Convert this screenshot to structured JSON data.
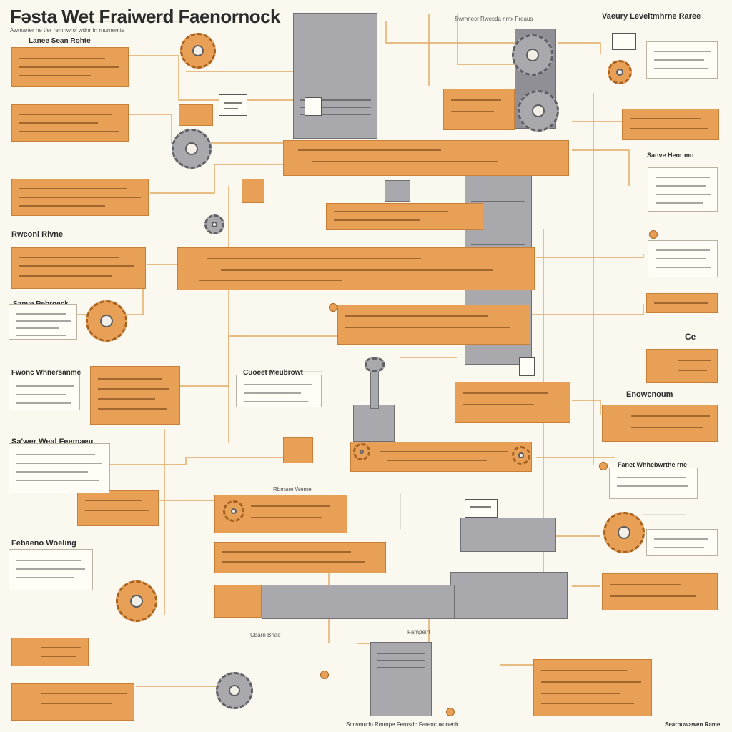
{
  "title": "Fəsta Wet Fraiwerd Faenornock",
  "subtitle": "Awmaner ne tfer remnwroi wdnr fn rnumemta",
  "headings": {
    "used_scan": "Lanee Sean Rohte",
    "top_center": "Swrnnecr Rwecda nmx Freaus",
    "top_right": "Vaeury Leveltmhrne Raree",
    "control_rule": "Rwconl Rivne",
    "sanve": "Sanve Rebroeck",
    "flowanac": "Fwonc Whnersanme",
    "sawon": "Sa'wer Weal Feemaeu",
    "rbamp": "Rbmare Weme",
    "connect": "Cuoeet Meubrowt",
    "encdw": "Enowcnoum",
    "fanst": "Fanet Whhebwrthe rne",
    "sample_hands": "Sanve Henr mo",
    "bottom_left": "Febaeno Woeling",
    "bottom_center": "Fampeirt",
    "cord": "Cbarn Bnae",
    "ce": "Ce"
  },
  "footer": {
    "center": "Scnvmudo Rmrnpe Ferosdc Farencuxonenh",
    "right": "Searbuwawen Rame"
  },
  "colors": {
    "orange": "#e8a057",
    "orange_border": "#c97f35",
    "machine_grey": "#a9a9ad",
    "wire": "#e2a862",
    "background": "#fbf8ef"
  },
  "icons": [
    "gear-icon",
    "motor-icon",
    "gauge-icon",
    "monitor-icon",
    "pipe-valve-icon"
  ]
}
